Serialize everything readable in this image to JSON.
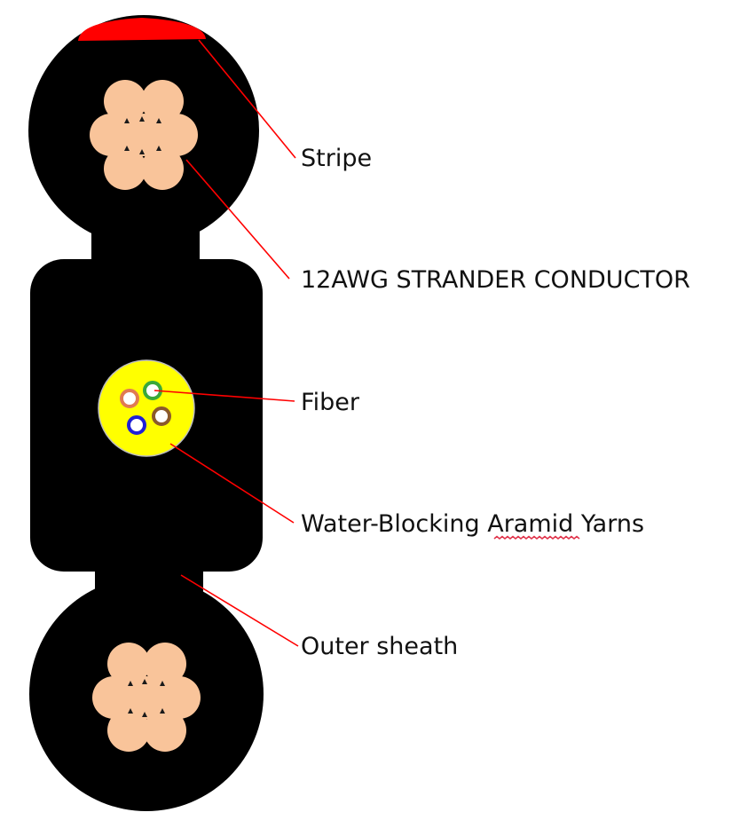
{
  "labels": {
    "stripe": "Stripe",
    "conductor": "12AWG STRANDER CONDUCTOR",
    "fiber": "Fiber",
    "yarns_part1": "Water-Blocking ",
    "yarns_underlined": "Aramid",
    "yarns_part2": " Yarns",
    "sheath": "Outer sheath"
  },
  "colors": {
    "sheath": "#000000",
    "stripe": "#ff0000",
    "conductor_strand": "#f9c49a",
    "aramid_yarn": "#ffff00",
    "leader_line": "#ff0000",
    "fiber_rings": [
      "#e07a52",
      "#3aa83a",
      "#1f1fd6",
      "#8b5a2b"
    ]
  }
}
